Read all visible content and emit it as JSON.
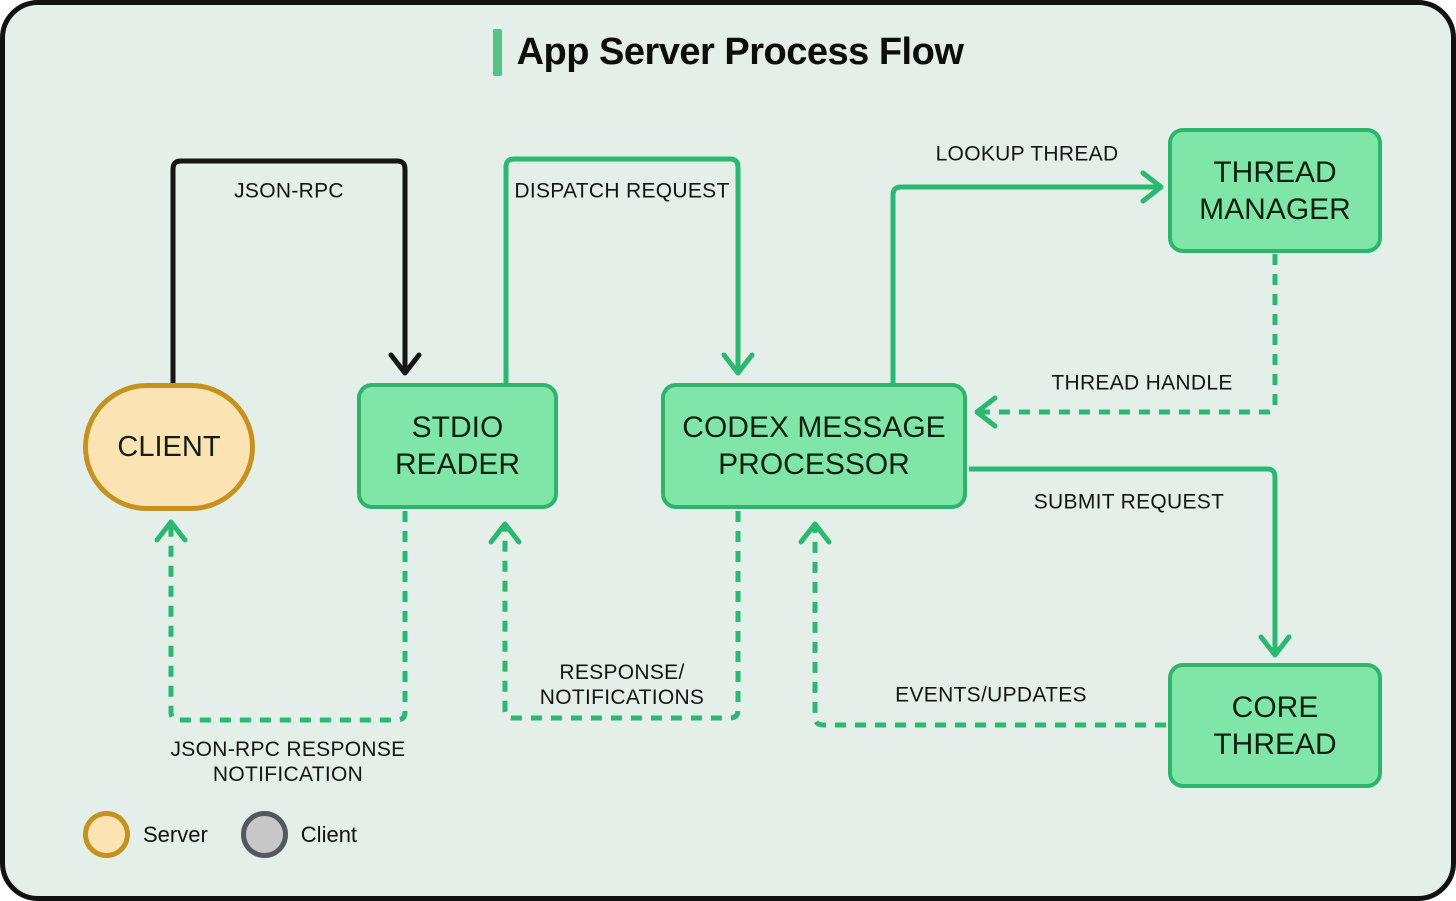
{
  "title": {
    "text": "App Server Process Flow",
    "accent_color": "#57c287"
  },
  "colors": {
    "background": "#e4efe9",
    "frame": "#121212",
    "node_fill": "#80e6a8",
    "node_border": "#2db56c",
    "arrow_green": "#2bb871",
    "arrow_black": "#161616",
    "server_fill": "#fbe3b3",
    "server_border": "#c6921f",
    "client_fill": "#c8c8c8",
    "client_border": "#53585e"
  },
  "nodes": {
    "client": {
      "label": "CLIENT",
      "shape": "ellipse",
      "fill": "#fbe3b3",
      "border": "#c6921f"
    },
    "stdio_reader": {
      "label": "STDIO READER",
      "shape": "box"
    },
    "codex_message_processor": {
      "label": "CODEX MESSAGE PROCESSOR",
      "shape": "box"
    },
    "thread_manager": {
      "label": "THREAD MANAGER",
      "shape": "box"
    },
    "core_thread": {
      "label": "CORE THREAD",
      "shape": "box"
    }
  },
  "edges": {
    "json_rpc": {
      "label": "JSON-RPC",
      "from": "CLIENT",
      "to": "STDIO READER",
      "style": "solid",
      "color": "#161616"
    },
    "dispatch_request": {
      "label": "DISPATCH REQUEST",
      "from": "STDIO READER",
      "to": "CODEX MESSAGE PROCESSOR",
      "style": "solid",
      "color": "#2bb871"
    },
    "lookup_thread": {
      "label": "LOOKUP THREAD",
      "from": "CODEX MESSAGE PROCESSOR",
      "to": "THREAD MANAGER",
      "style": "solid",
      "color": "#2bb871"
    },
    "thread_handle": {
      "label": "THREAD HANDLE",
      "from": "THREAD MANAGER",
      "to": "CODEX MESSAGE PROCESSOR",
      "style": "dashed",
      "color": "#2bb871"
    },
    "submit_request": {
      "label": "SUBMIT REQUEST",
      "from": "CODEX MESSAGE PROCESSOR",
      "to": "CORE THREAD",
      "style": "solid",
      "color": "#2bb871"
    },
    "events_updates": {
      "label": "EVENTS/UPDATES",
      "from": "CORE THREAD",
      "to": "CODEX MESSAGE PROCESSOR",
      "style": "dashed",
      "color": "#2bb871"
    },
    "response_notifications": {
      "label": "RESPONSE/NOTIFICATIONS",
      "label_lines": [
        "RESPONSE/",
        "NOTIFICATIONS"
      ],
      "from": "CODEX MESSAGE PROCESSOR",
      "to": "STDIO READER",
      "style": "dashed",
      "color": "#2bb871"
    },
    "json_rpc_response_notification": {
      "label": "JSON-RPC RESPONSE NOTIFICATION",
      "label_lines": [
        "JSON-RPC RESPONSE",
        "NOTIFICATION"
      ],
      "from": "STDIO READER",
      "to": "CLIENT",
      "style": "dashed",
      "color": "#2bb871"
    }
  },
  "legend": {
    "items": [
      {
        "label": "Server",
        "fill": "#fbe3b3",
        "border": "#c6921f"
      },
      {
        "label": "Client",
        "fill": "#c8c8c8",
        "border": "#53585e"
      }
    ]
  }
}
